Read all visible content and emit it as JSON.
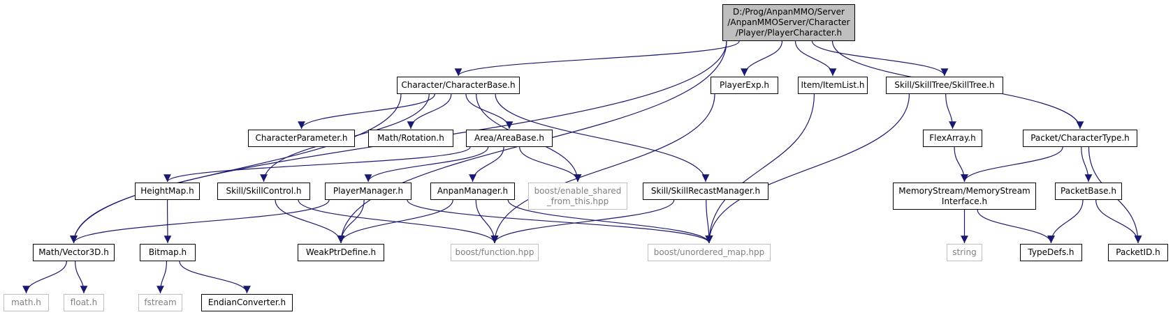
{
  "nodes": {
    "root": {
      "label": "D:/Prog/AnpanMMO/Server\n/AnpanMMOServer/Character\n/Player/PlayerCharacter.h",
      "kind": "root"
    },
    "characterbase": {
      "label": "Character/CharacterBase.h",
      "kind": "local"
    },
    "playerexp": {
      "label": "PlayerExp.h",
      "kind": "local"
    },
    "itemlist": {
      "label": "Item/ItemList.h",
      "kind": "local"
    },
    "skilltree": {
      "label": "Skill/SkillTree/SkillTree.h",
      "kind": "local"
    },
    "charactertype": {
      "label": "Packet/CharacterType.h",
      "kind": "local"
    },
    "characterparameter": {
      "label": "CharacterParameter.h",
      "kind": "local"
    },
    "rotation": {
      "label": "Math/Rotation.h",
      "kind": "local"
    },
    "areabase": {
      "label": "Area/AreaBase.h",
      "kind": "local"
    },
    "flexarray": {
      "label": "FlexArray.h",
      "kind": "local"
    },
    "heightmap": {
      "label": "HeightMap.h",
      "kind": "local"
    },
    "skillcontrol": {
      "label": "Skill/SkillControl.h",
      "kind": "local"
    },
    "playermanager": {
      "label": "PlayerManager.h",
      "kind": "local"
    },
    "anpanmanager": {
      "label": "AnpanManager.h",
      "kind": "local"
    },
    "enableshared": {
      "label": "boost/enable_shared\n_from_this.hpp",
      "kind": "ext"
    },
    "skillrecast": {
      "label": "Skill/SkillRecastManager.h",
      "kind": "local"
    },
    "memorystream": {
      "label": "MemoryStream/MemoryStream\nInterface.h",
      "kind": "local"
    },
    "packetbase": {
      "label": "PacketBase.h",
      "kind": "local"
    },
    "vector3d": {
      "label": "Math/Vector3D.h",
      "kind": "local"
    },
    "bitmap": {
      "label": "Bitmap.h",
      "kind": "local"
    },
    "weakptr": {
      "label": "WeakPtrDefine.h",
      "kind": "local"
    },
    "function": {
      "label": "boost/function.hpp",
      "kind": "ext"
    },
    "unorderedmap": {
      "label": "boost/unordered_map.hpp",
      "kind": "ext"
    },
    "string": {
      "label": "string",
      "kind": "ext"
    },
    "typedefs": {
      "label": "TypeDefs.h",
      "kind": "local"
    },
    "packetid": {
      "label": "PacketID.h",
      "kind": "local"
    },
    "math": {
      "label": "math.h",
      "kind": "ext"
    },
    "float": {
      "label": "float.h",
      "kind": "ext"
    },
    "fstream": {
      "label": "fstream",
      "kind": "ext"
    },
    "endian": {
      "label": "EndianConverter.h",
      "kind": "local"
    }
  },
  "edges": [
    [
      "root",
      "characterbase"
    ],
    [
      "root",
      "playerexp"
    ],
    [
      "root",
      "itemlist"
    ],
    [
      "root",
      "skilltree"
    ],
    [
      "root",
      "charactertype"
    ],
    [
      "root",
      "vector3d"
    ],
    [
      "root",
      "weakptr"
    ],
    [
      "characterbase",
      "characterparameter"
    ],
    [
      "characterbase",
      "rotation"
    ],
    [
      "characterbase",
      "areabase"
    ],
    [
      "characterbase",
      "skillcontrol"
    ],
    [
      "characterbase",
      "enableshared"
    ],
    [
      "characterbase",
      "skillrecast"
    ],
    [
      "characterbase",
      "vector3d"
    ],
    [
      "areabase",
      "heightmap"
    ],
    [
      "areabase",
      "playermanager"
    ],
    [
      "areabase",
      "anpanmanager"
    ],
    [
      "areabase",
      "enableshared"
    ],
    [
      "playerexp",
      "function"
    ],
    [
      "itemlist",
      "unorderedmap"
    ],
    [
      "skilltree",
      "flexarray"
    ],
    [
      "skilltree",
      "unorderedmap"
    ],
    [
      "flexarray",
      "memorystream"
    ],
    [
      "charactertype",
      "memorystream"
    ],
    [
      "charactertype",
      "packetbase"
    ],
    [
      "charactertype",
      "packetid"
    ],
    [
      "heightmap",
      "bitmap"
    ],
    [
      "skillcontrol",
      "weakptr"
    ],
    [
      "skillcontrol",
      "function"
    ],
    [
      "playermanager",
      "vector3d"
    ],
    [
      "playermanager",
      "weakptr"
    ],
    [
      "playermanager",
      "unorderedmap"
    ],
    [
      "anpanmanager",
      "weakptr"
    ],
    [
      "anpanmanager",
      "function"
    ],
    [
      "anpanmanager",
      "unorderedmap"
    ],
    [
      "skillrecast",
      "function"
    ],
    [
      "skillrecast",
      "unorderedmap"
    ],
    [
      "memorystream",
      "string"
    ],
    [
      "memorystream",
      "typedefs"
    ],
    [
      "packetbase",
      "typedefs"
    ],
    [
      "packetbase",
      "packetid"
    ],
    [
      "vector3d",
      "math"
    ],
    [
      "vector3d",
      "float"
    ],
    [
      "bitmap",
      "fstream"
    ],
    [
      "bitmap",
      "endian"
    ]
  ],
  "colors": {
    "edge": "#191970",
    "box_border": "#000000",
    "ext_border": "#bfbfbf",
    "ext_text": "#808080",
    "root_fill": "#bfbfbf"
  }
}
